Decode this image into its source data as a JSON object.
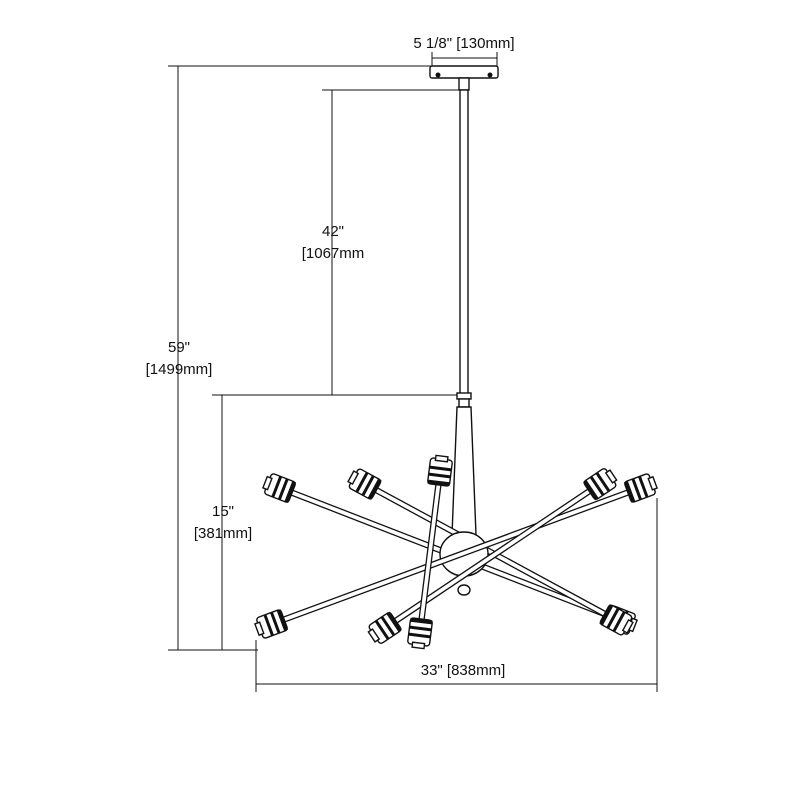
{
  "dimensions": {
    "canopy_width": "5 1/8\" [130mm]",
    "rod_height_in": "42\"",
    "rod_height_mm": "[1067mm",
    "overall_height_in": "59\"",
    "overall_height_mm": "[1499mm]",
    "body_height_in": "15\"",
    "body_height_mm": "[381mm]",
    "overall_width": "33\" [838mm]"
  }
}
